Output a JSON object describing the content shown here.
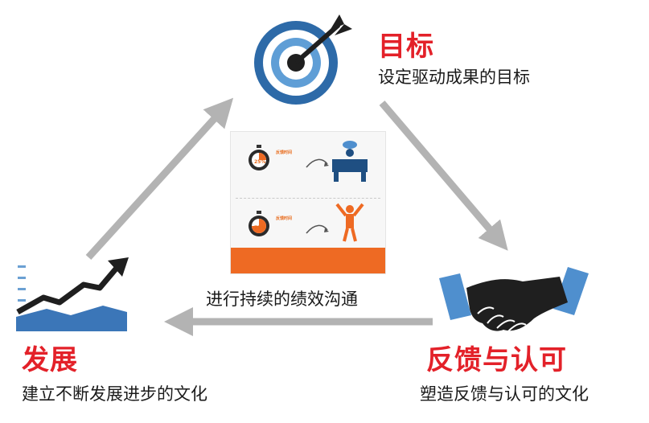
{
  "goal": {
    "title": "目标",
    "desc": "设定驱动成果的目标"
  },
  "development": {
    "title": "发展",
    "desc": "建立不断发展进步的文化"
  },
  "feedback": {
    "title": "反馈与认可",
    "desc": "塑造反馈与认可的文化"
  },
  "center_label": "进行持续的绩效沟通",
  "panel": {
    "top_percent": "25%",
    "top_highlight": "反馈时间",
    "bottom_percent": "75%",
    "bottom_highlight": "反馈时间"
  },
  "colors": {
    "accent_red": "#e32129",
    "arrow_gray": "#b3b3b3",
    "target_blue": "#2d6aa8",
    "orange": "#ee6a23",
    "dark": "#1f1f1f"
  },
  "icons": [
    "target-icon",
    "growth-chart-icon",
    "handshake-icon",
    "stopwatch-icon",
    "desk-worker-icon",
    "celebrating-person-icon"
  ]
}
